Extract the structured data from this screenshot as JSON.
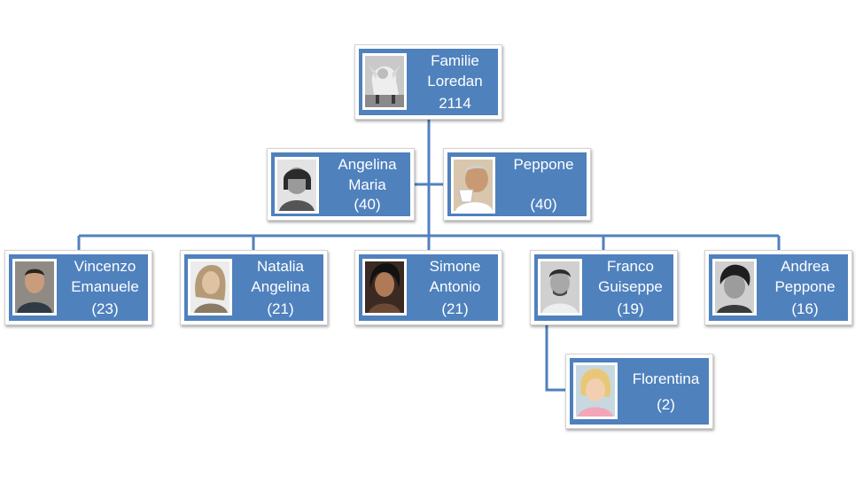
{
  "colors": {
    "card_fill": "#4f81bd",
    "connector": "#4f81bd",
    "text": "#ffffff"
  },
  "root": {
    "name": "Familie\nLoredan",
    "value": "2114",
    "photo": "lion-statue"
  },
  "parents": [
    {
      "name": "Angelina\nMaria",
      "value": "(40)",
      "photo": "woman-portrait"
    },
    {
      "name": "Peppone",
      "value": "(40)",
      "photo": "man-drinking-portrait"
    }
  ],
  "children": [
    {
      "name": "Vincenzo\nEmanuele",
      "value": "(23)",
      "photo": "man-portrait"
    },
    {
      "name": "Natalia\nAngelina",
      "value": "(21)",
      "photo": "woman-portrait"
    },
    {
      "name": "Simone\nAntonio",
      "value": "(21)",
      "photo": "man-portrait"
    },
    {
      "name": "Franco\nGuiseppe",
      "value": "(19)",
      "photo": "man-portrait"
    },
    {
      "name": "Andrea\nPeppone",
      "value": "(16)",
      "photo": "man-portrait"
    }
  ],
  "grandchildren": [
    {
      "name": "Florentina",
      "value": "(2)",
      "photo": "child-portrait"
    }
  ]
}
